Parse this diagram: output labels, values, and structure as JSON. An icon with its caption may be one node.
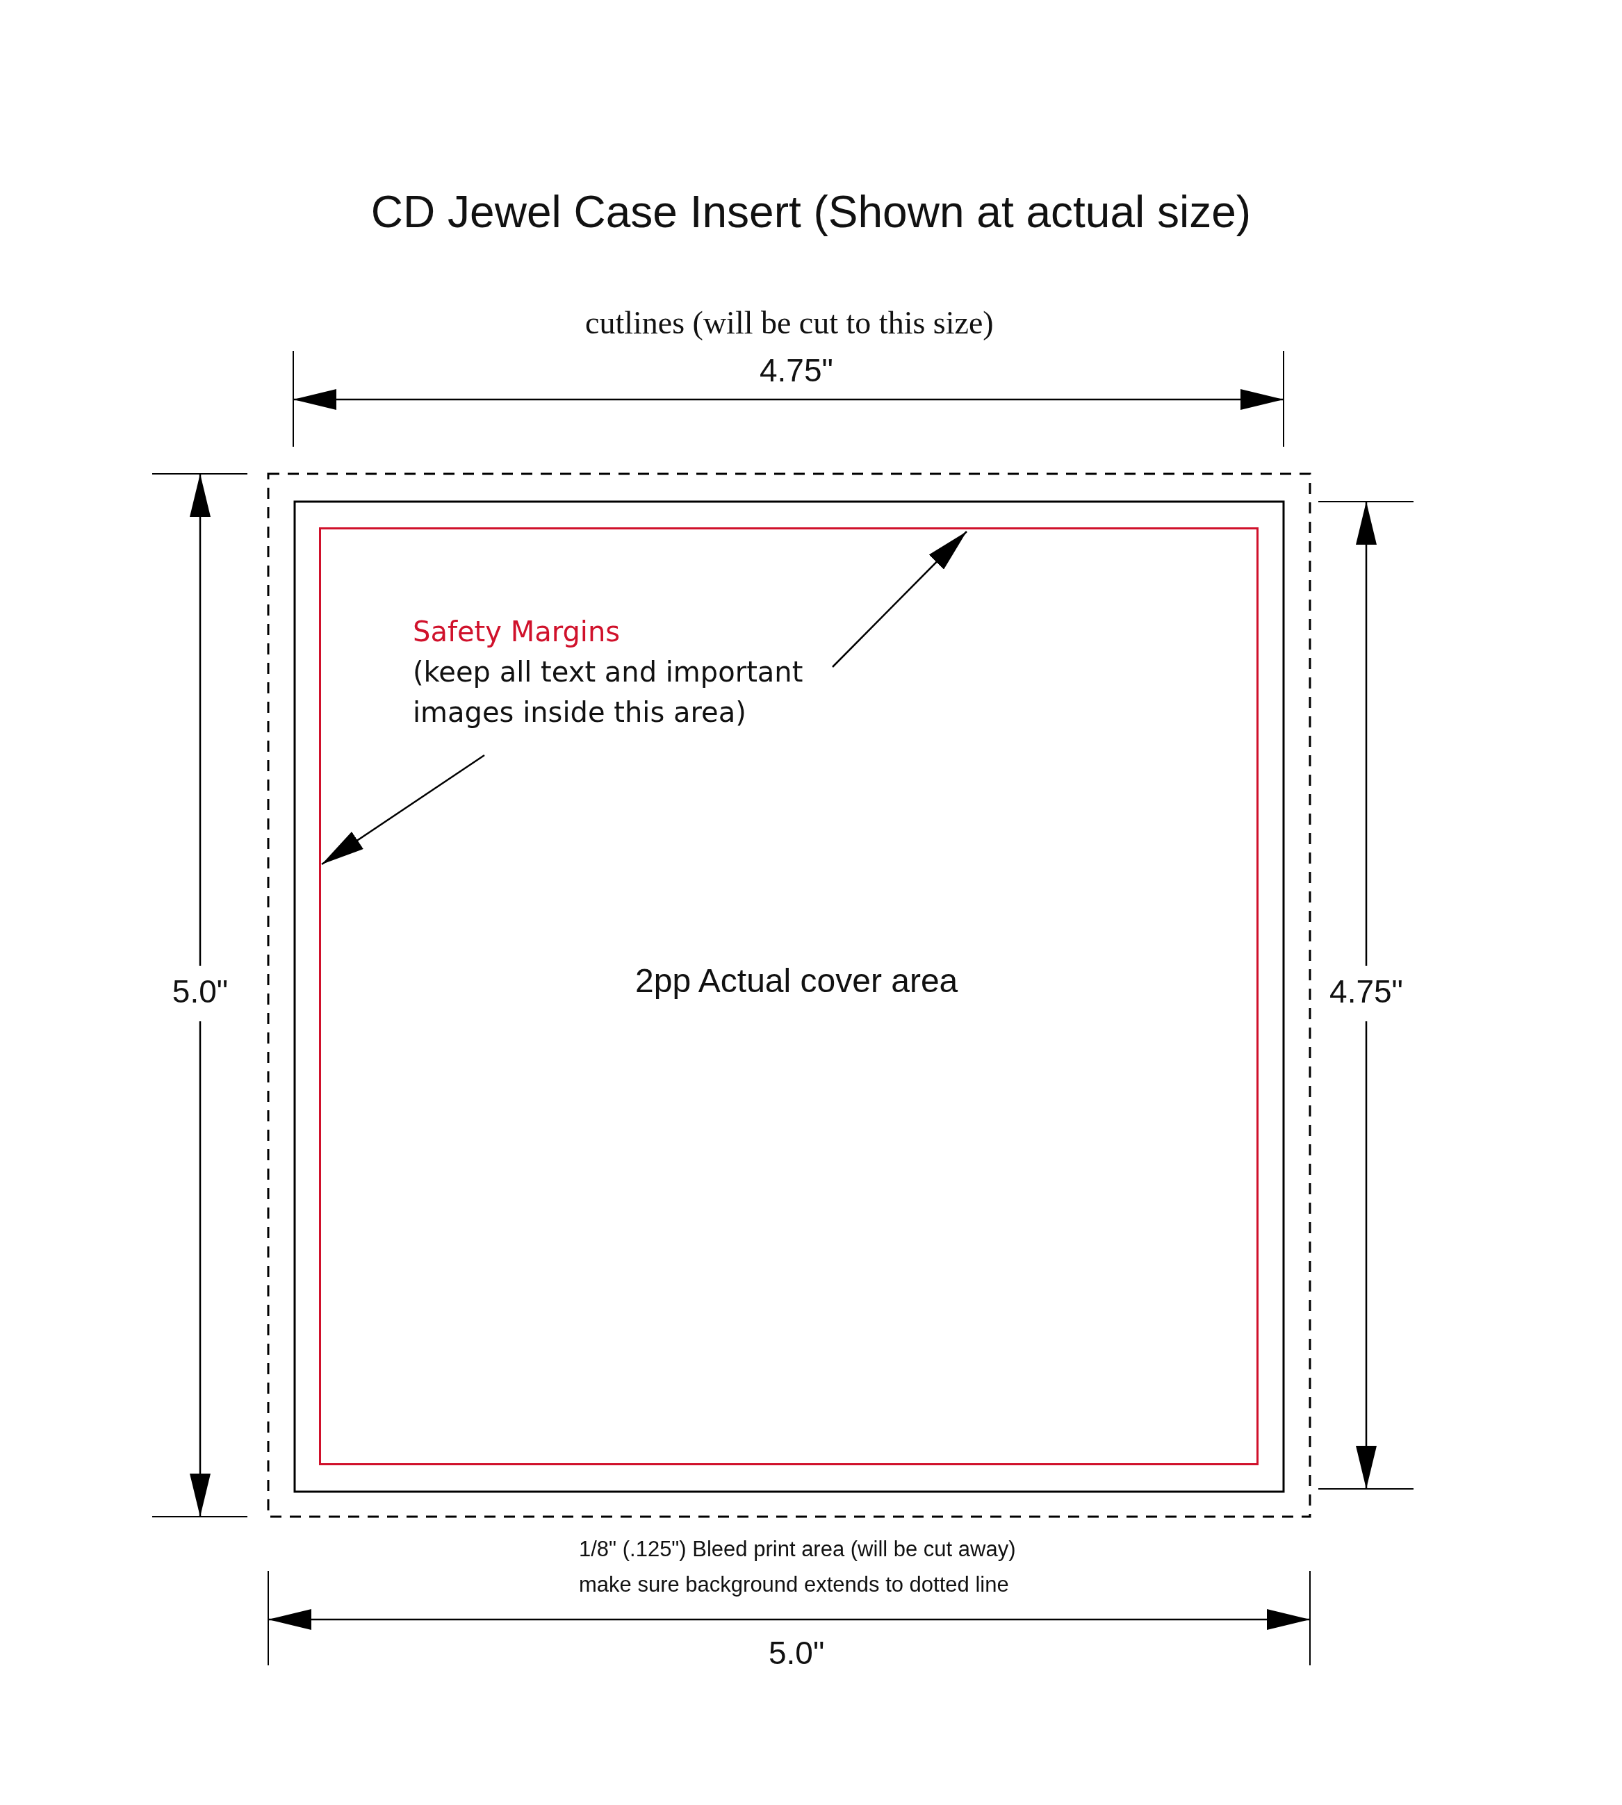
{
  "diagram": {
    "title": "CD Jewel Case Insert (Shown at actual size)",
    "nodes": [
      {
        "text": [],
        "shape": "box"
      },
      {
        "text": [
          "Safety Margins",
          "(keep all text and important images inside this area)"
        ],
        "in": 0
      }
    ],
    "edges": [
      {
        "from": 1,
        "to": 0,
        "arrow": "to"
      },
      {
        "from": 1,
        "to": 0,
        "arrow": "to"
      }
    ],
    "labels": [
      "cutlines (will be cut to this size)",
      "4.75\"",
      "5.0\"",
      "2pp Actual cover area",
      "4.75\"",
      "1/8\" (.125\") Bleed print area (will be cut away)",
      "make sure background extends to dotted line",
      "5.0\""
    ]
  }
}
